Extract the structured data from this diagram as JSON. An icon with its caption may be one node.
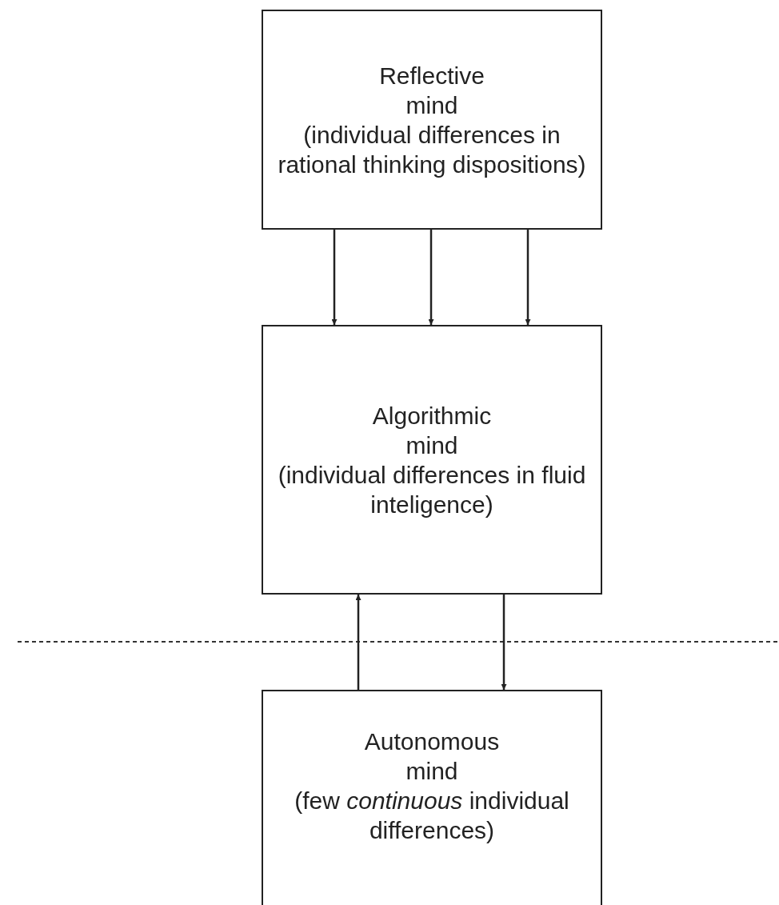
{
  "diagram": {
    "nodes": [
      {
        "text": [
          "Reflective mind",
          "(individual differences in rational thinking dispositions)"
        ]
      },
      {
        "text": [
          "Algorithmic mind",
          "(individual differences in fluid inteligence)"
        ]
      },
      {
        "text": [
          "Autonomous mind",
          "(few *continuous* individual differences)"
        ]
      }
    ],
    "edges": [
      {
        "from": 0,
        "to": 1,
        "arrow": "to"
      },
      {
        "from": 0,
        "to": 1,
        "arrow": "to"
      },
      {
        "from": 0,
        "to": 1,
        "arrow": "to"
      },
      {
        "from": 2,
        "to": 1,
        "arrow": "to"
      },
      {
        "from": 1,
        "to": 2,
        "arrow": "to"
      }
    ]
  }
}
